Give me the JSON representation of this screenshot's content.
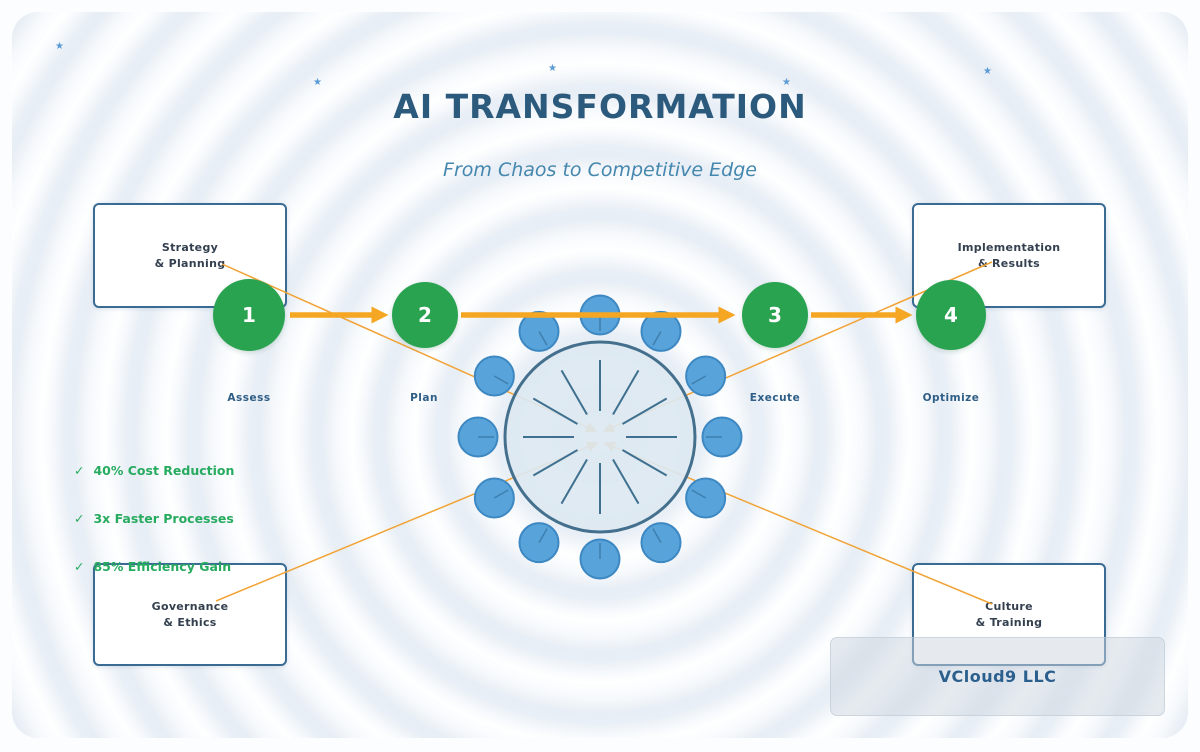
{
  "header": {
    "title": "AI TRANSFORMATION",
    "subtitle": "From Chaos to Competitive Edge"
  },
  "corner_boxes": [
    {
      "id": "strategy-planning",
      "line1": "Strategy",
      "line2": "& Planning"
    },
    {
      "id": "implementation-results",
      "line1": "Implementation",
      "line2": "& Results"
    },
    {
      "id": "governance-ethics",
      "line1": "Governance",
      "line2": "& Ethics"
    },
    {
      "id": "culture-training",
      "line1": "Culture",
      "line2": "& Training"
    }
  ],
  "process_steps": [
    {
      "number": "1",
      "label": "Assess"
    },
    {
      "number": "2",
      "label": "Plan"
    },
    {
      "number": "3",
      "label": "Execute"
    },
    {
      "number": "4",
      "label": "Optimize"
    }
  ],
  "benefits": [
    {
      "check": "✓",
      "text": "40% Cost Reduction"
    },
    {
      "check": "✓",
      "text": "3x Faster Processes"
    },
    {
      "check": "✓",
      "text": "85% Efficiency Gain"
    }
  ],
  "footer": {
    "company": "VCloud9 LLC"
  },
  "decorations": {
    "star": "★"
  },
  "colors": {
    "orange": "#F5A623",
    "green": "#2AA351",
    "benefit_green": "#27AB5F",
    "navy": "#2B5A7D",
    "subtitle_blue": "#4587AE",
    "box_border": "#3A6B93",
    "box_text": "#34404F",
    "label_blue": "#2E5D86",
    "satellite_fill": "#58A4DA",
    "satellite_stroke": "#3D88C2",
    "hub_fill": "#DCE8F1",
    "hub_stroke": "#44708E",
    "hub_spoke": "#40708F",
    "star_blue": "#5B9BD5",
    "footer_text": "#2A5F8E"
  }
}
